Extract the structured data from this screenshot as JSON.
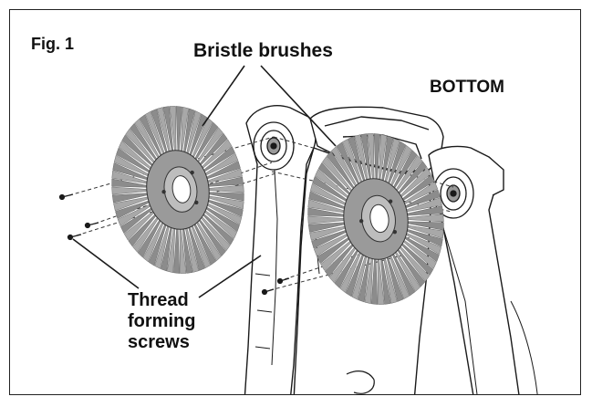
{
  "figure": {
    "fig_label": "Fig. 1",
    "brushes_label": "Bristle brushes",
    "orientation_label": "BOTTOM",
    "screws_label_lines": [
      "Thread",
      "forming",
      "screws"
    ]
  },
  "colors": {
    "line": "#1a1a1a",
    "housing_fill": "#ffffff",
    "brush_bristle": "#8c8c8c",
    "brush_hub": "#9a9a9a",
    "dashed": "#333333"
  }
}
